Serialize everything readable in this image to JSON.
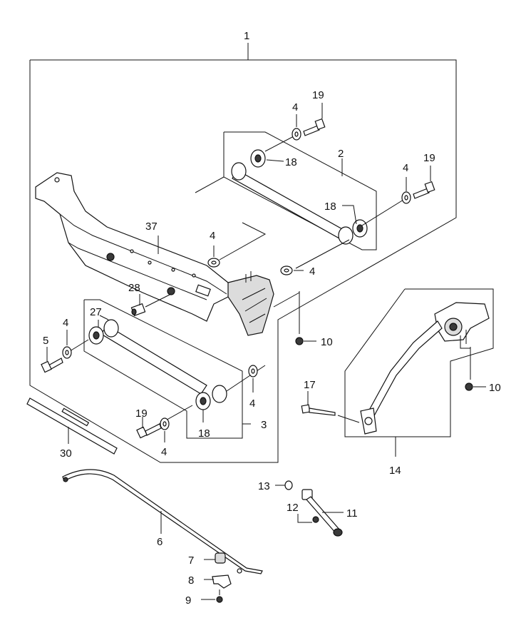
{
  "callouts": [
    {
      "id": "1",
      "text": "1"
    },
    {
      "id": "2",
      "text": "2"
    },
    {
      "id": "3",
      "text": "3"
    },
    {
      "id": "4a",
      "text": "4"
    },
    {
      "id": "4b",
      "text": "4"
    },
    {
      "id": "4c",
      "text": "4"
    },
    {
      "id": "4d",
      "text": "4"
    },
    {
      "id": "4e",
      "text": "4"
    },
    {
      "id": "4f",
      "text": "4"
    },
    {
      "id": "4g",
      "text": "4"
    },
    {
      "id": "5",
      "text": "5"
    },
    {
      "id": "6",
      "text": "6"
    },
    {
      "id": "7",
      "text": "7"
    },
    {
      "id": "8",
      "text": "8"
    },
    {
      "id": "9",
      "text": "9"
    },
    {
      "id": "10a",
      "text": "10"
    },
    {
      "id": "10b",
      "text": "10"
    },
    {
      "id": "11",
      "text": "11"
    },
    {
      "id": "12",
      "text": "12"
    },
    {
      "id": "13",
      "text": "13"
    },
    {
      "id": "14",
      "text": "14"
    },
    {
      "id": "17",
      "text": "17"
    },
    {
      "id": "18a",
      "text": "18"
    },
    {
      "id": "18b",
      "text": "18"
    },
    {
      "id": "18c",
      "text": "18"
    },
    {
      "id": "19a",
      "text": "19"
    },
    {
      "id": "19b",
      "text": "19"
    },
    {
      "id": "19c",
      "text": "19"
    },
    {
      "id": "27",
      "text": "27"
    },
    {
      "id": "28",
      "text": "28"
    },
    {
      "id": "30",
      "text": "30"
    },
    {
      "id": "37",
      "text": "37"
    }
  ]
}
